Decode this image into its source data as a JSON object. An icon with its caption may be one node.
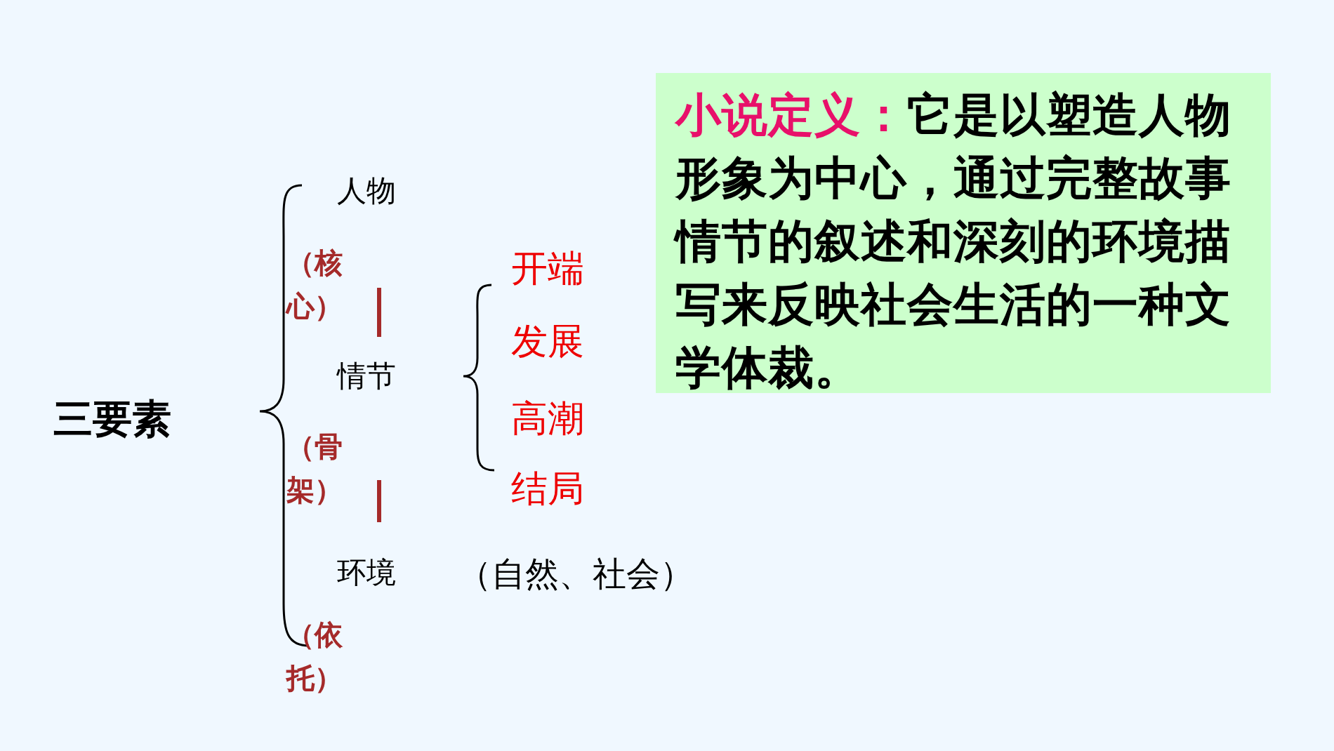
{
  "diagram": {
    "nodes": [
      {
        "text": [
          "小说定义：",
          "它是以塑造人物形象为中心，通过完整故事情节的叙述和深刻的环境描写来反映社会生活的一种文学体裁。"
        ]
      }
    ],
    "labels": [
      "三要素",
      "人物",
      "（核心）",
      "情节",
      "开端",
      "发展",
      "高潮",
      "结局",
      "（骨架）",
      "环境",
      "（自然、社会）",
      "（依托）"
    ]
  }
}
